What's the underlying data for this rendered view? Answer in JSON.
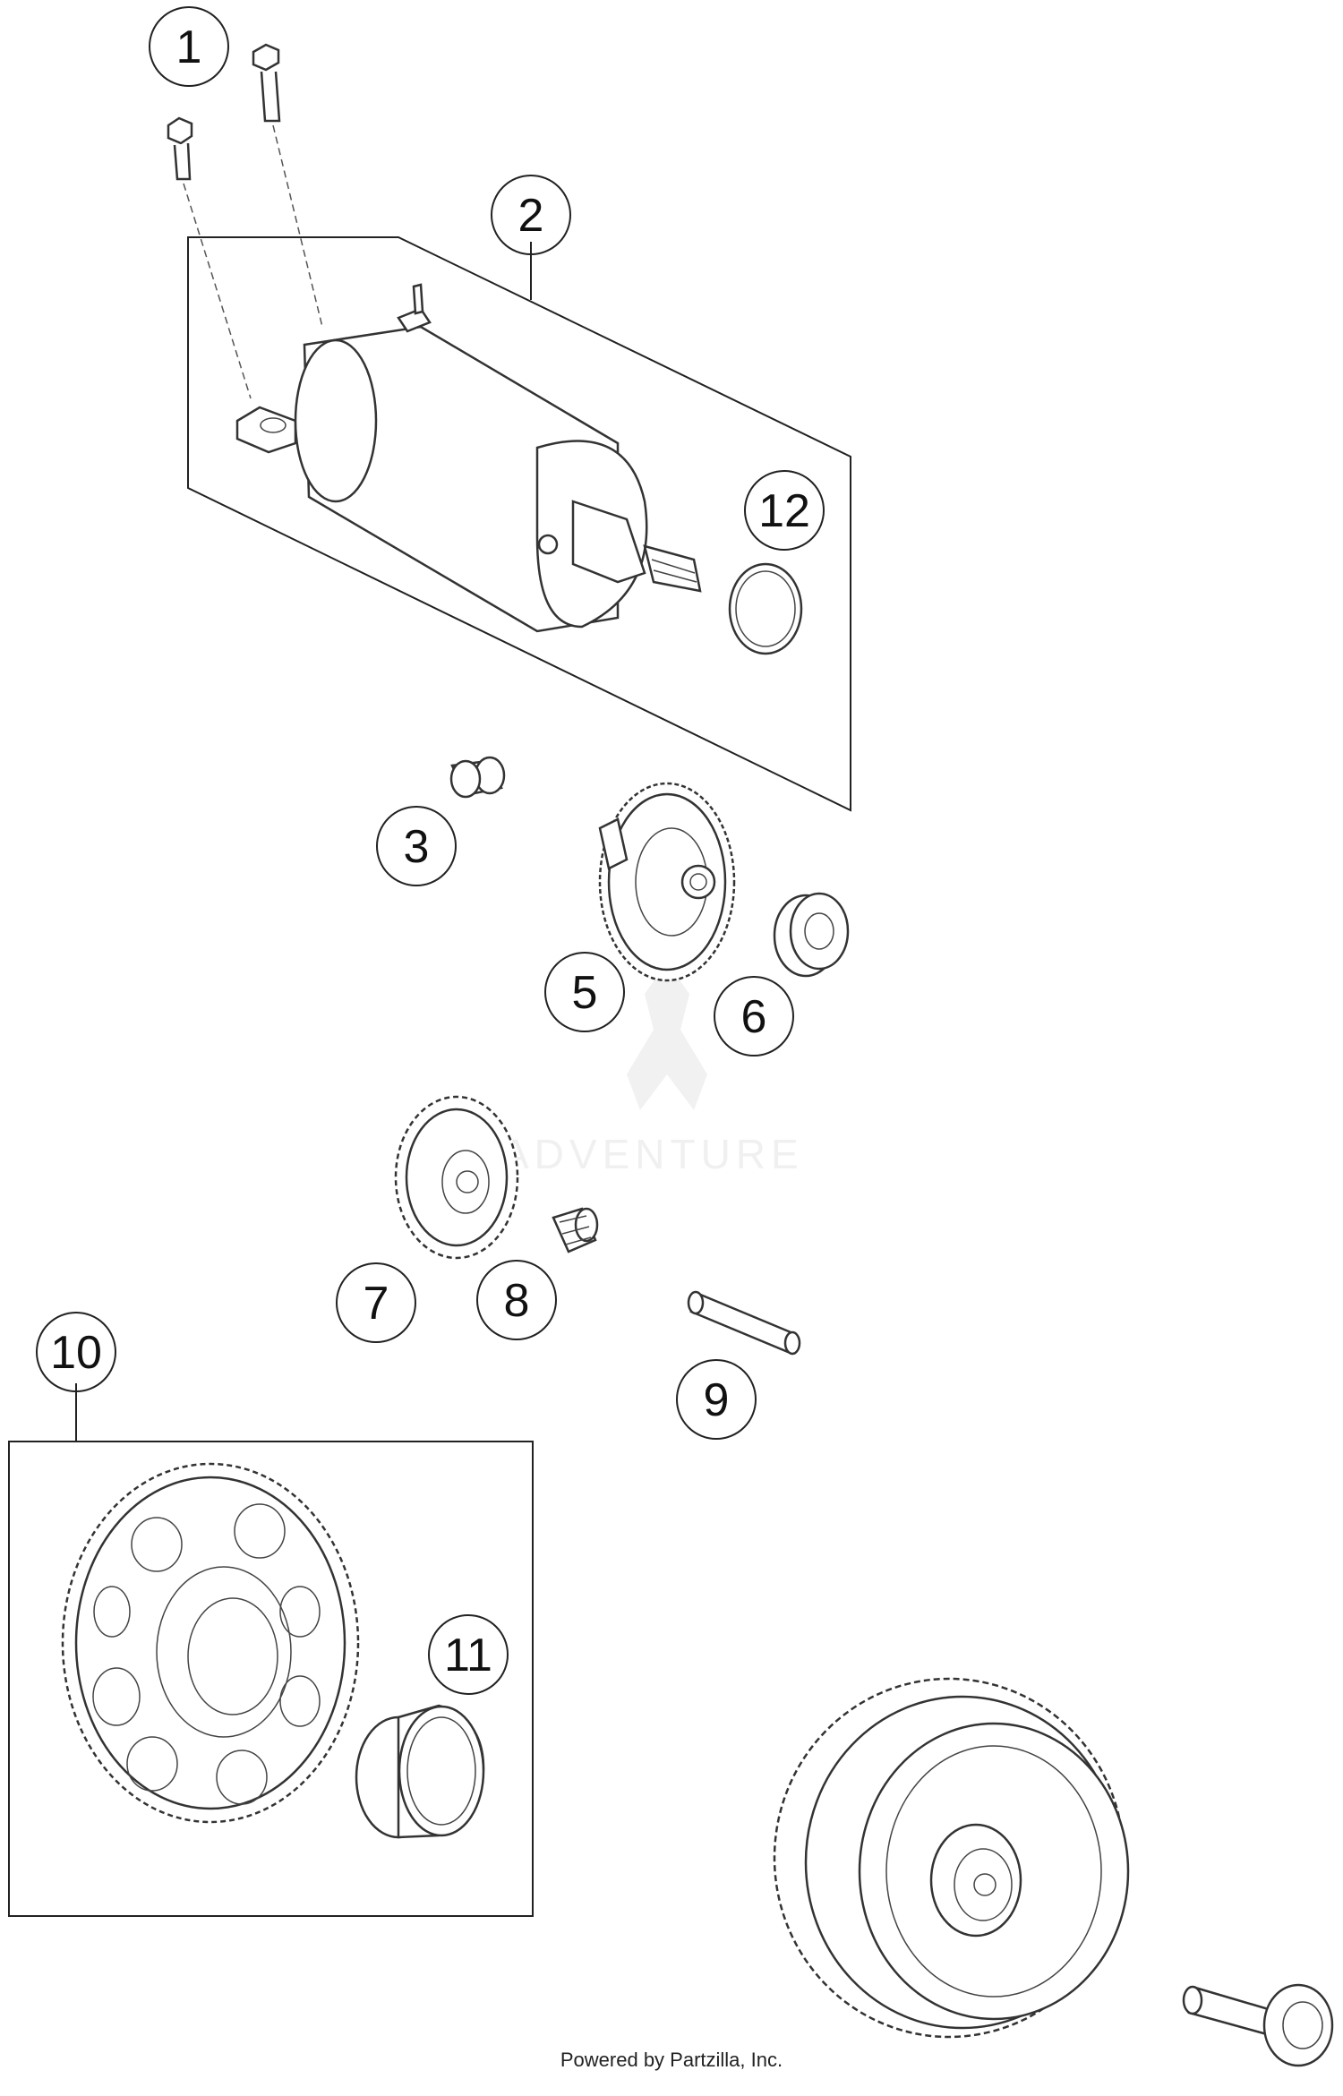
{
  "callouts": [
    {
      "id": "1",
      "label": "1"
    },
    {
      "id": "2",
      "label": "2"
    },
    {
      "id": "3",
      "label": "3"
    },
    {
      "id": "5",
      "label": "5"
    },
    {
      "id": "6",
      "label": "6"
    },
    {
      "id": "7",
      "label": "7"
    },
    {
      "id": "8",
      "label": "8"
    },
    {
      "id": "9",
      "label": "9"
    },
    {
      "id": "10",
      "label": "10"
    },
    {
      "id": "11",
      "label": "11"
    },
    {
      "id": "12",
      "label": "12"
    }
  ],
  "watermark": {
    "text": "ADVENTURE"
  },
  "footer": {
    "text": "Powered by Partzilla, Inc."
  }
}
